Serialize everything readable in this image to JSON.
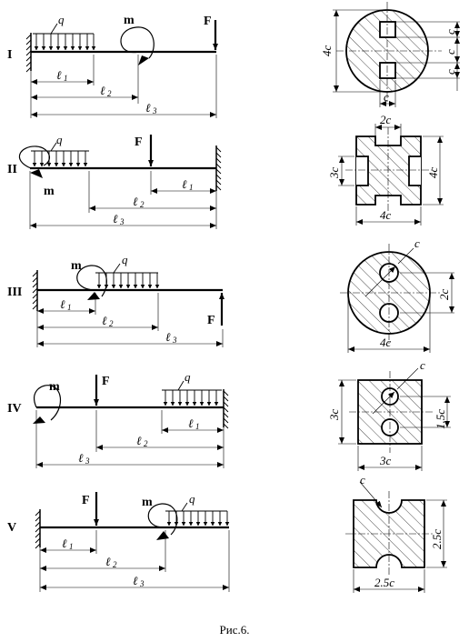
{
  "schemes": [
    {
      "roman": "I",
      "q": "q",
      "m": "m",
      "F": "F",
      "l1": "ℓ",
      "l2": "ℓ",
      "l3": "ℓ",
      "i1": "1",
      "i2": "2",
      "i3": "3"
    },
    {
      "roman": "II",
      "q": "q",
      "m": "m",
      "F": "F",
      "l1": "ℓ",
      "l2": "ℓ",
      "l3": "ℓ",
      "i1": "1",
      "i2": "2",
      "i3": "3"
    },
    {
      "roman": "III",
      "q": "q",
      "m": "m",
      "F": "F",
      "l1": "ℓ",
      "l2": "ℓ",
      "l3": "ℓ",
      "i1": "1",
      "i2": "2",
      "i3": "3"
    },
    {
      "roman": "IV",
      "q": "q",
      "m": "m",
      "F": "F",
      "l1": "ℓ",
      "l2": "ℓ",
      "l3": "ℓ",
      "i1": "1",
      "i2": "2",
      "i3": "3"
    },
    {
      "roman": "V",
      "q": "q",
      "m": "m",
      "F": "F",
      "l1": "ℓ",
      "l2": "ℓ",
      "l3": "ℓ",
      "i1": "1",
      "i2": "2",
      "i3": "3"
    }
  ],
  "sections": [
    {
      "dims": [
        "4c",
        "c",
        "c",
        "c",
        "c"
      ]
    },
    {
      "dims": [
        "2c",
        "3c",
        "4c",
        "4c"
      ]
    },
    {
      "dims": [
        "c",
        "2c",
        "4c"
      ]
    },
    {
      "dims": [
        "c",
        "3c",
        "1.5c",
        "3c"
      ]
    },
    {
      "dims": [
        "c",
        "2.5c",
        "2.5c"
      ]
    }
  ],
  "caption": "Рис.6."
}
